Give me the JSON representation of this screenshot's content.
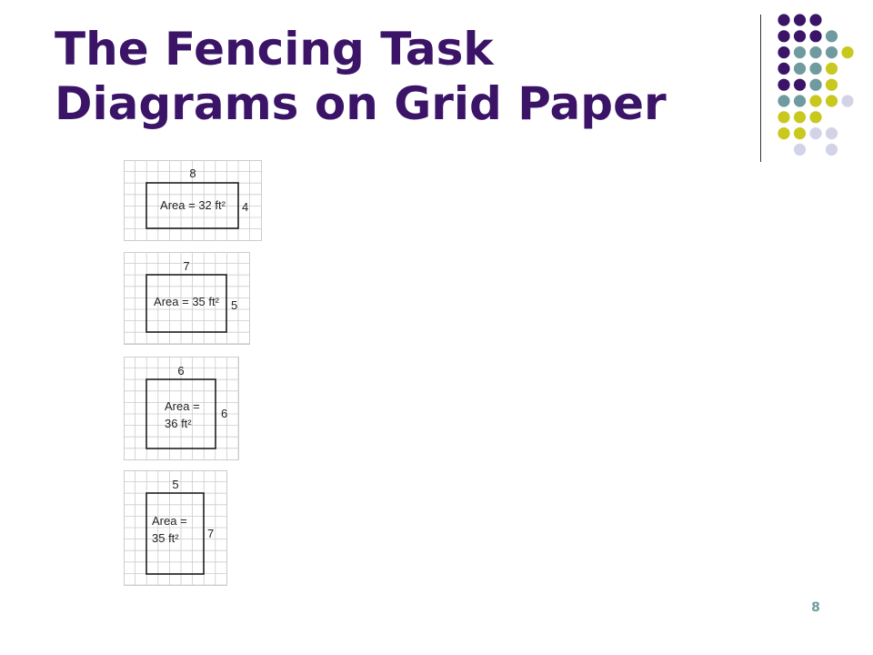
{
  "slide": {
    "title_line1": "The Fencing Task",
    "title_line2": "Diagrams on Grid Paper",
    "page_number": "8"
  },
  "colors": {
    "title": "#3b1468",
    "dot_purple": "#3b1468",
    "dot_teal": "#6f9aa0",
    "dot_yellow": "#c8c81e",
    "dot_lavender": "#d3d3e8",
    "grid_line": "#cccccc",
    "rect_outline": "#111111"
  },
  "diagrams": [
    {
      "width_label": "8",
      "height_label": "4",
      "area_line1": "Area = 32 ft²",
      "area_line2": ""
    },
    {
      "width_label": "7",
      "height_label": "5",
      "area_line1": "Area = 35 ft²",
      "area_line2": ""
    },
    {
      "width_label": "6",
      "height_label": "6",
      "area_line1": "Area =",
      "area_line2": "36 ft²"
    },
    {
      "width_label": "5",
      "height_label": "7",
      "area_line1": "Area =",
      "area_line2": "35 ft²"
    }
  ]
}
